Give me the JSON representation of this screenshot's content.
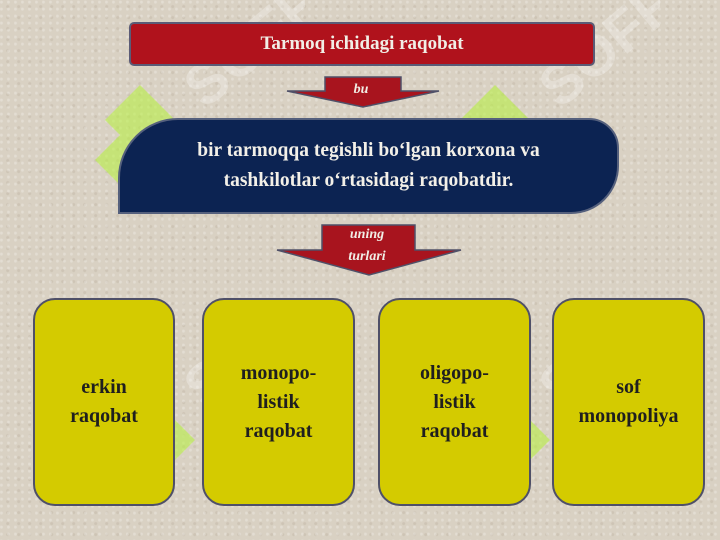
{
  "title": "Tarmoq ichidagi raqobat",
  "arrow1_label": "bu",
  "definition": "bir tarmoqqa tegishli bo‘lgan korxona va tashkilotlar o‘rtasidagi raqobatdir.",
  "arrow2_label": "uning\nturlari",
  "types": [
    "erkin\nraqobat",
    "monopo-\nlistik\nraqobat",
    "oligopo-\nlistik\nraqobat",
    "sof\nmonopoliya"
  ],
  "watermark_text": "SOFF",
  "colors": {
    "title_bg": "#b0121c",
    "definition_bg": "#0c2352",
    "arrow": "#a8141e",
    "type_bg": "#d4cb00",
    "watermark": "#b6f23a"
  }
}
